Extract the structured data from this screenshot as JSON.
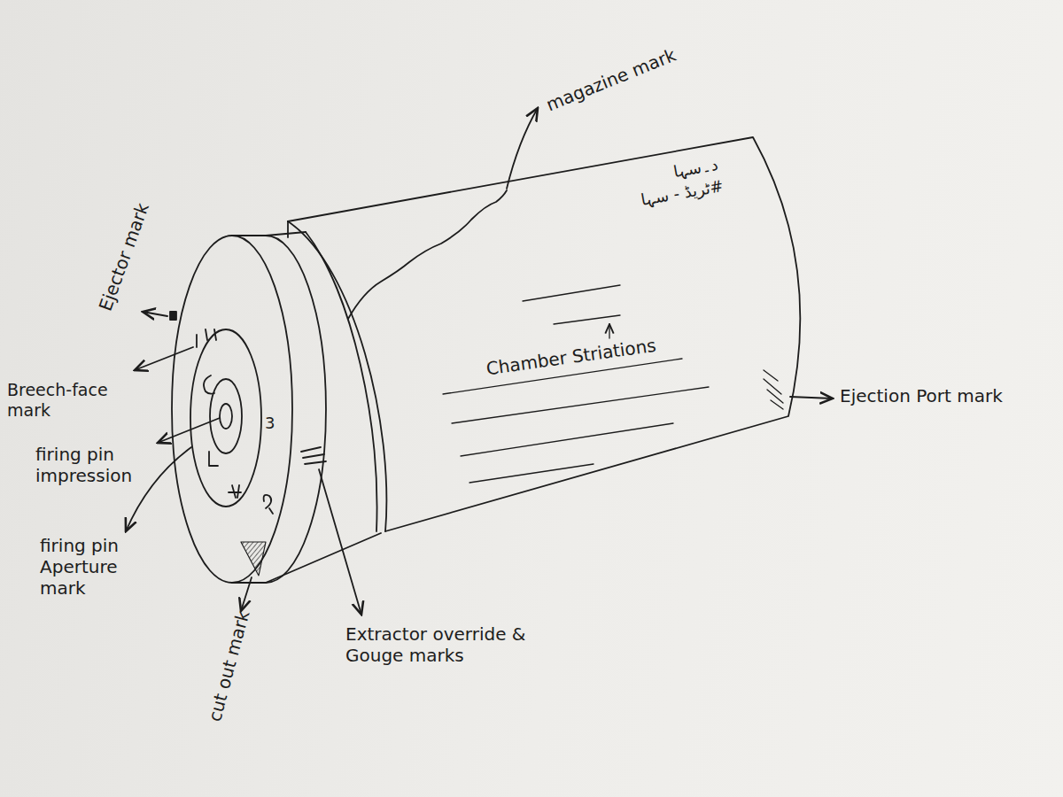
{
  "diagram": {
    "labels": [
      "magazine mark",
      "Ejector mark",
      "Breech-face mark",
      "firing pin impression",
      "firing pin Aperture mark",
      "cut out mark",
      "Extractor override & Gouge marks",
      "Chamber Striations",
      "Ejection Port mark",
      "3",
      "د۔سہا",
      "#ٹریڈ - سہا"
    ]
  }
}
